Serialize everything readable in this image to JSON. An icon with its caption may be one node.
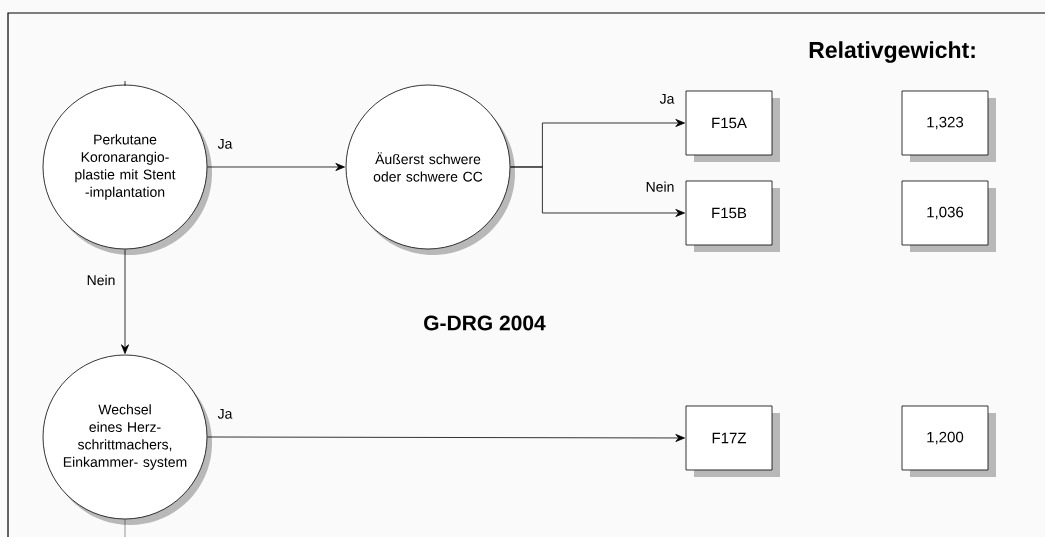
{
  "diagram": {
    "nodes": [
      {
        "text": [
          "Perkutane Koronarangio- plastie mit Stent -implantation"
        ]
      },
      {
        "text": [
          "Äußerst schwere oder schwere CC"
        ]
      },
      {
        "text": [
          "Wechsel eines Herz- schrittmachers, Einkammer- system"
        ]
      },
      {
        "text": [
          "F15A"
        ]
      },
      {
        "text": [
          "F15B"
        ]
      },
      {
        "text": [
          "F17Z"
        ]
      },
      {
        "text": [
          "1,323"
        ]
      },
      {
        "text": [
          "1,036"
        ]
      },
      {
        "text": [
          "1,200"
        ]
      }
    ],
    "edges": [
      {
        "from": 0,
        "to": 1,
        "arrow": "to",
        "label": "Ja"
      },
      {
        "from": 1,
        "to": 3,
        "arrow": "to",
        "label": "Ja"
      },
      {
        "from": 1,
        "to": 4,
        "arrow": "to",
        "label": "Nein"
      },
      {
        "from": 0,
        "to": 2,
        "arrow": "to",
        "label": "Nein"
      },
      {
        "from": 2,
        "to": 5,
        "arrow": "to",
        "label": "Ja"
      },
      {
        "from": 2,
        "to": null,
        "arrow": "none"
      }
    ],
    "labels": [
      "Relativgewicht:",
      "G-DRG 2004"
    ]
  }
}
